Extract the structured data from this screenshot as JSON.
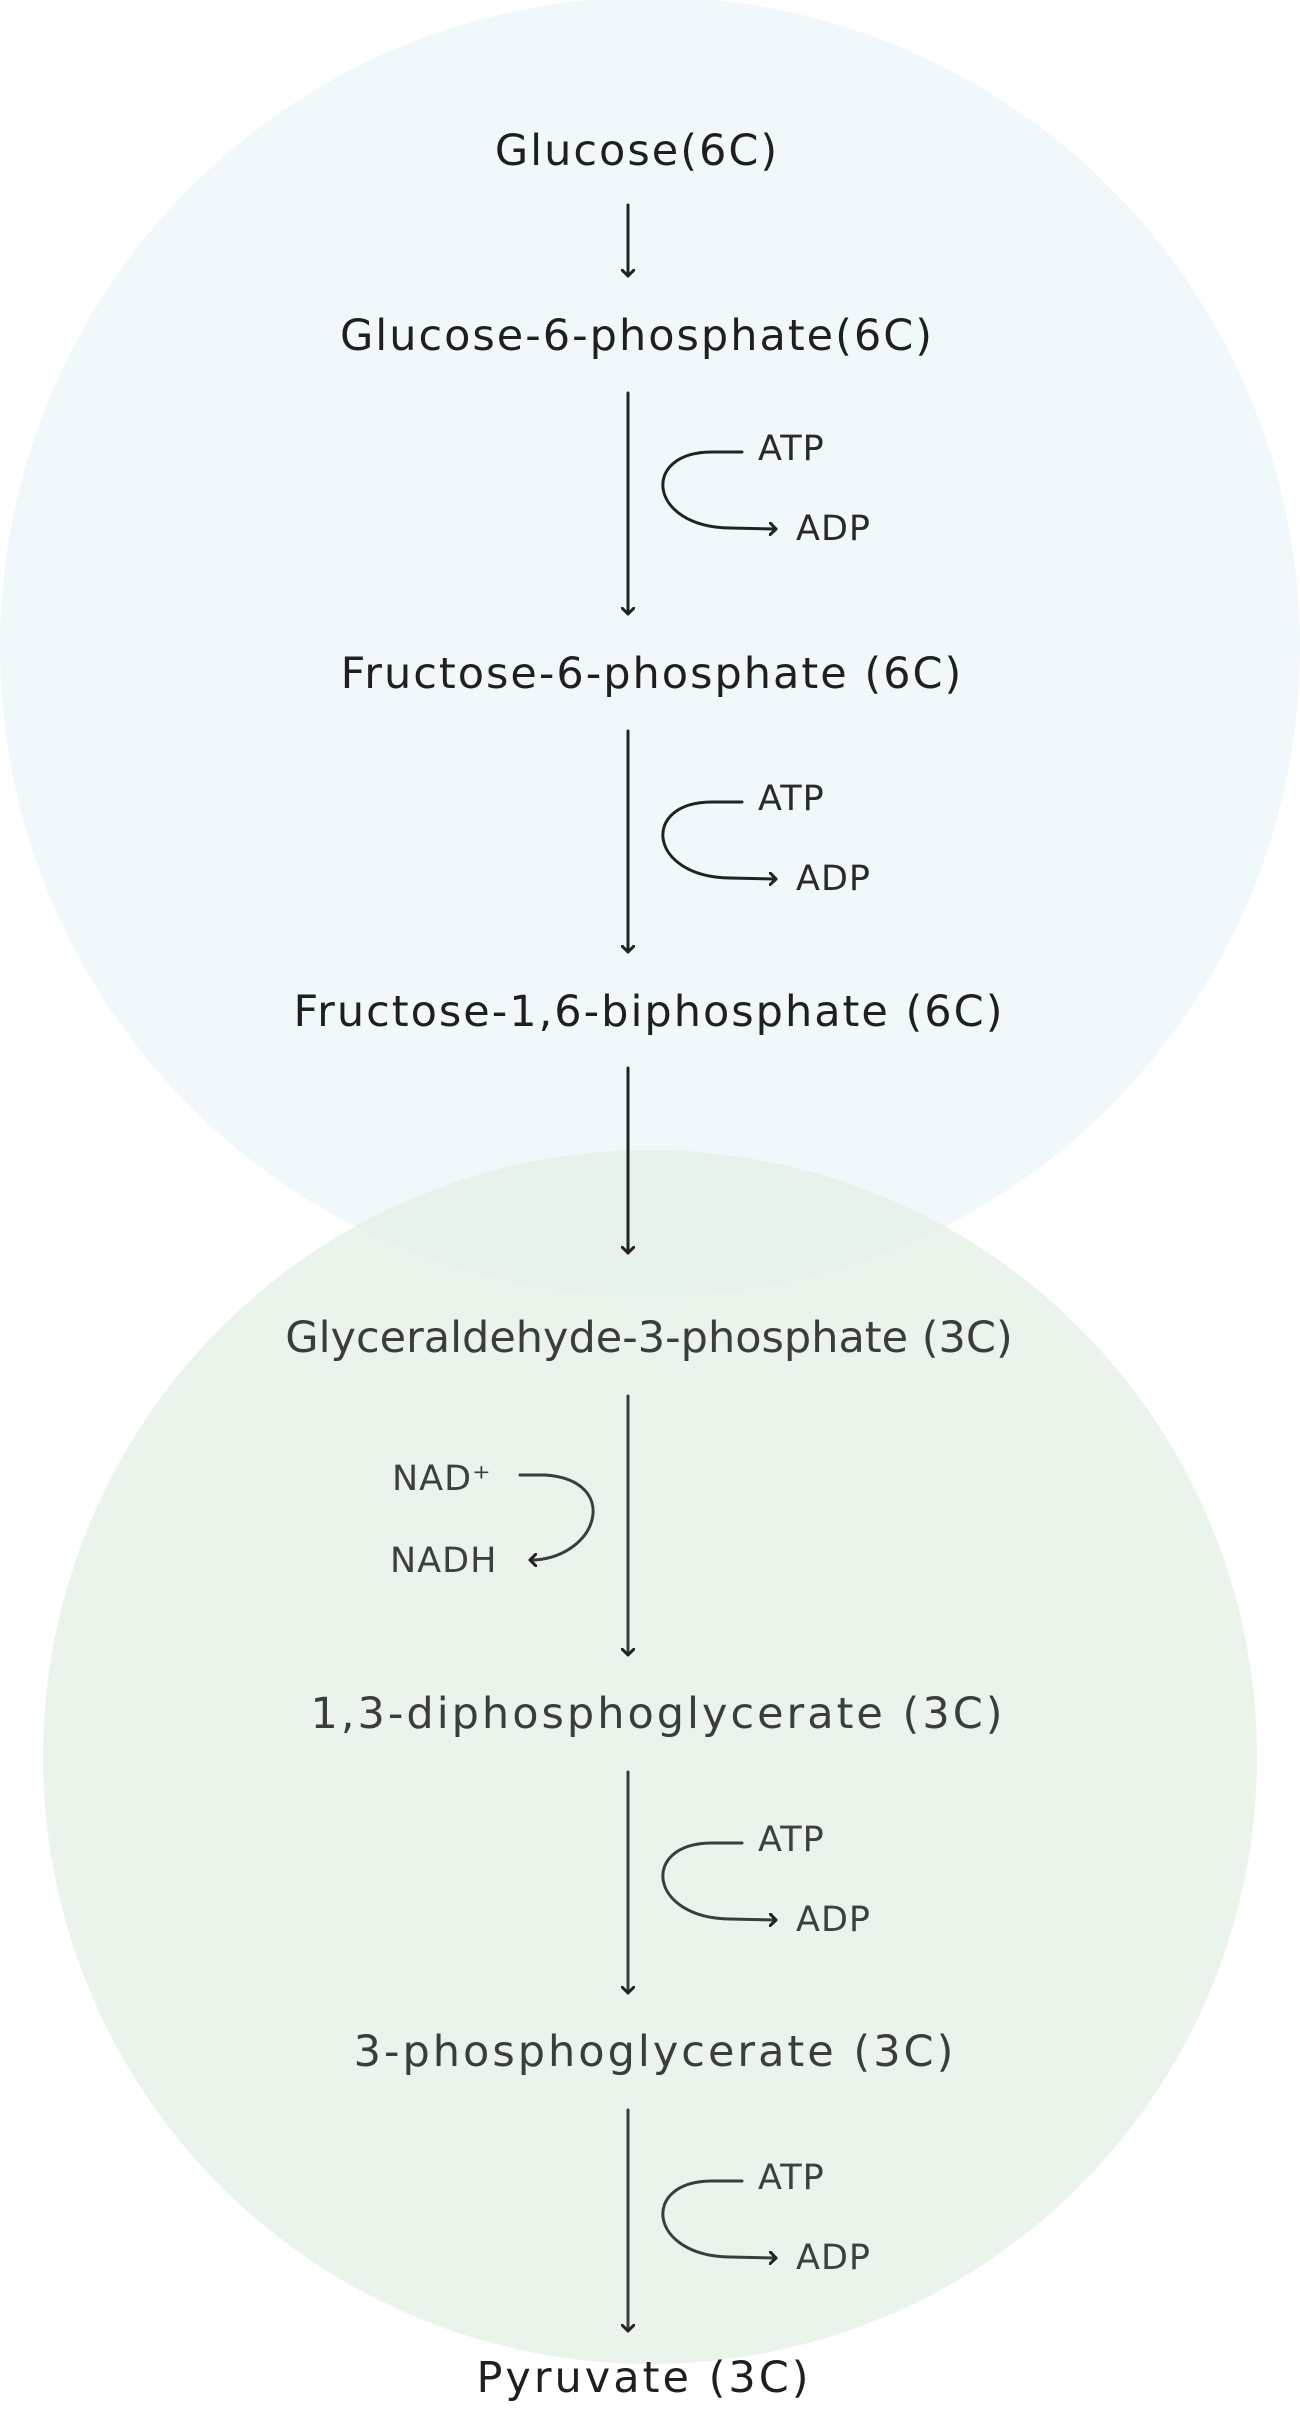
{
  "diagram": {
    "steps": [
      "Glucose(6C)",
      "Glucose-6-phosphate(6C)",
      "Fructose-6-phosphate (6C)",
      "Fructose-1,6-biphosphate (6C)",
      "Glyceraldehyde-3-phosphate (3C)",
      "1,3-diphosphoglycerate (3C)",
      "3-phosphoglycerate (3C)",
      "Pyruvate (3C)"
    ],
    "cofactors": [
      {
        "in": "ATP",
        "out": "ADP"
      },
      {
        "in": "ATP",
        "out": "ADP"
      },
      {
        "in": "NAD⁺",
        "out": "NADH"
      },
      {
        "in": "ATP",
        "out": "ADP"
      },
      {
        "in": "ATP",
        "out": "ADP"
      }
    ],
    "colors": {
      "top_circle": "#f1f8fc",
      "bottom_circle": "#e8f3e8",
      "ink": "#1f1f1f"
    }
  }
}
